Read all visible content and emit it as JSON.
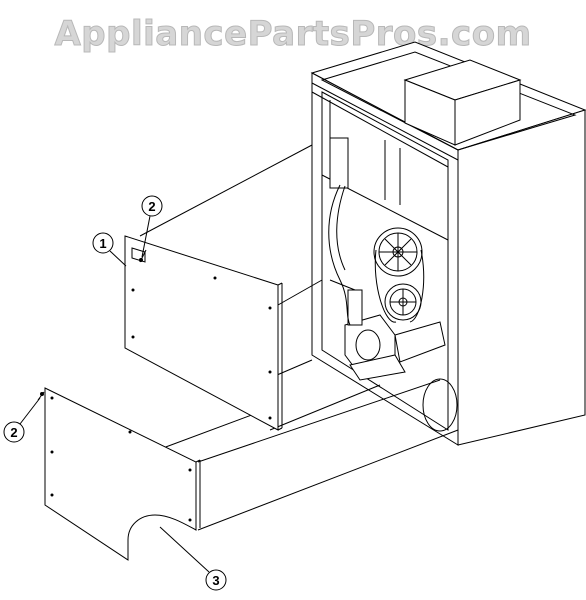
{
  "watermark": "AppliancePartsPros.com",
  "callouts": [
    {
      "id": "c1",
      "label": "1"
    },
    {
      "id": "c2a",
      "label": "2"
    },
    {
      "id": "c2b",
      "label": "2"
    },
    {
      "id": "c3",
      "label": "3"
    }
  ],
  "colors": {
    "line": "#000000",
    "background": "#ffffff",
    "watermark": "#d6d6d6"
  }
}
